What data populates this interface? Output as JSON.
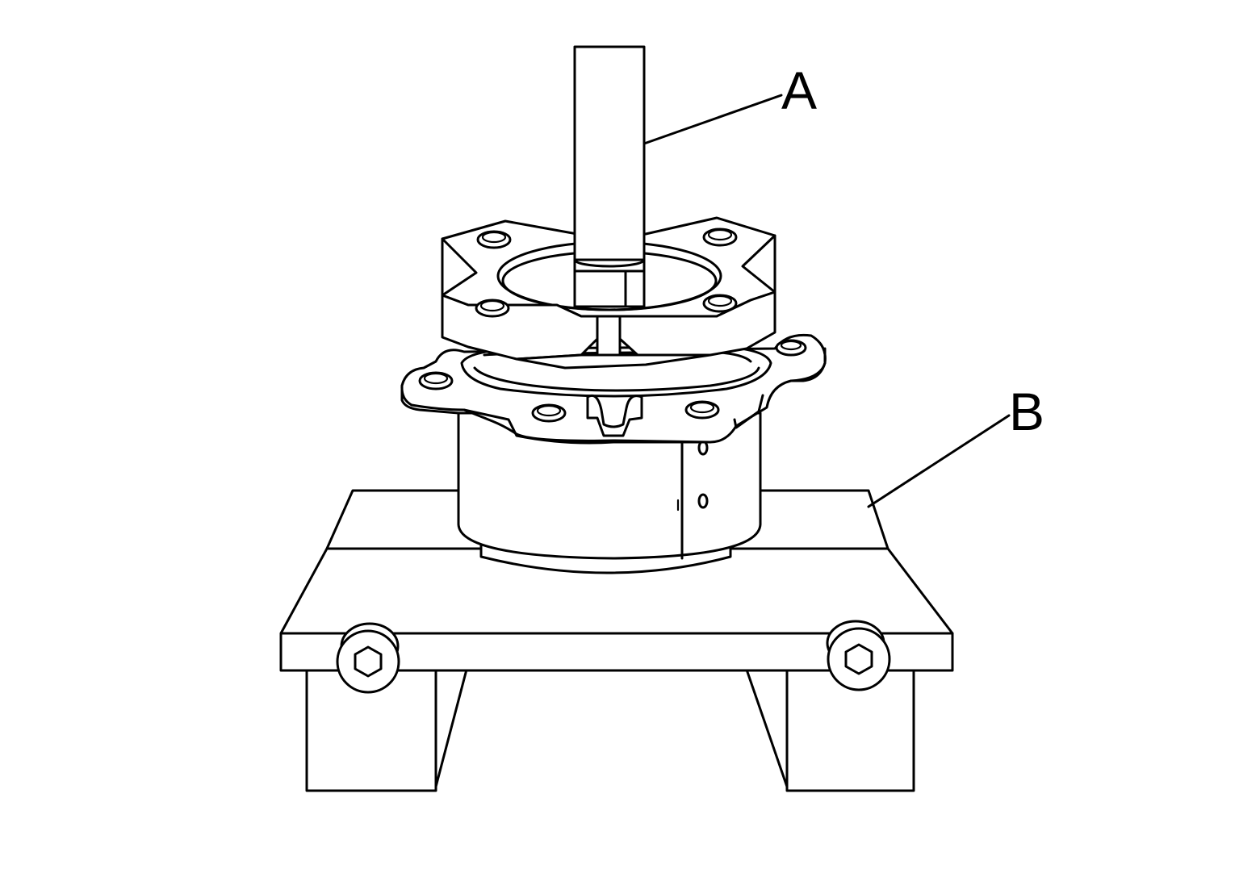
{
  "callouts": [
    {
      "id": "A",
      "label": "A"
    },
    {
      "id": "B",
      "label": "B"
    }
  ],
  "colors": {
    "stroke": "#000000",
    "background": "#ffffff"
  }
}
